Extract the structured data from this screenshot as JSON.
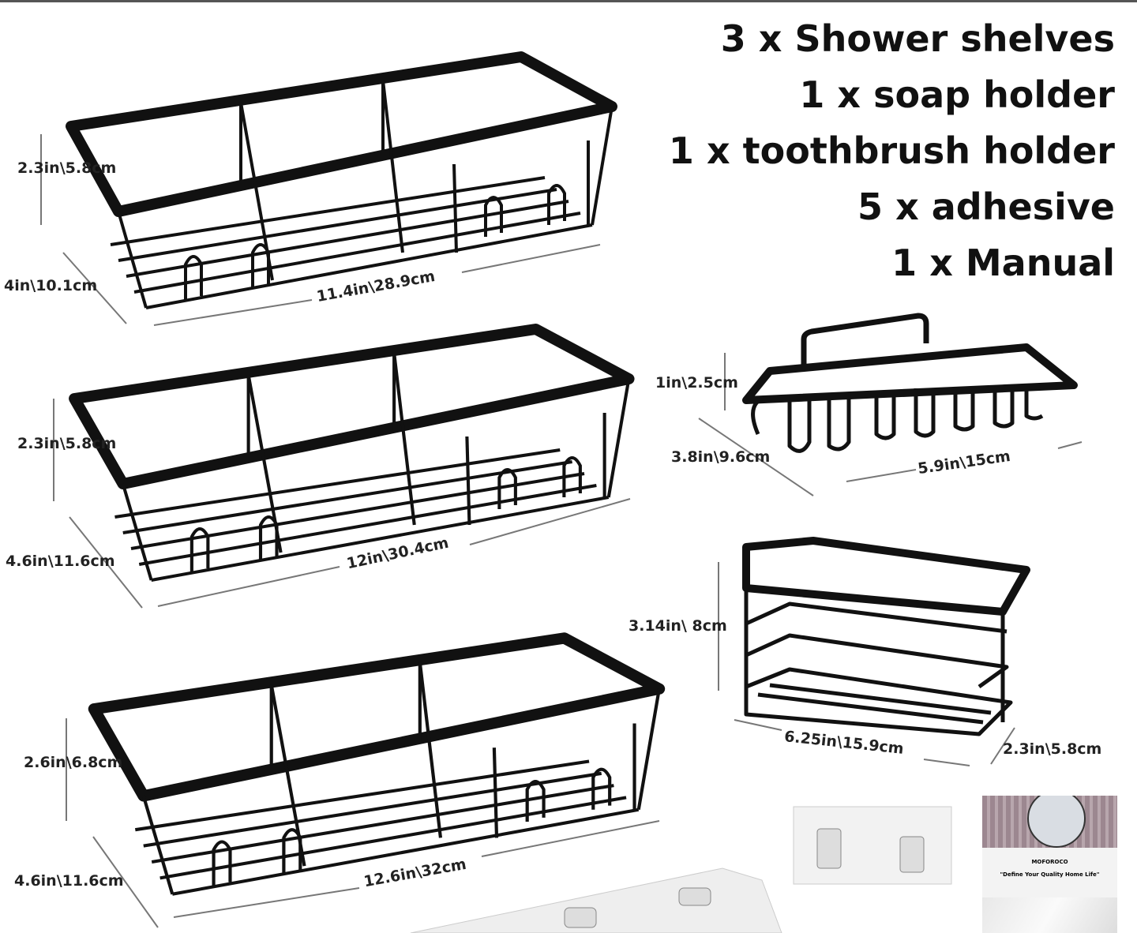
{
  "contents": [
    "3 x Shower shelves",
    "1 x soap holder",
    "1 x toothbrush holder",
    "5 x adhesive",
    "1 x Manual"
  ],
  "shelf1": {
    "height": "2.3in\\5.8cm",
    "depth": "4in\\10.1cm",
    "length": "11.4in\\28.9cm"
  },
  "shelf2": {
    "height": "2.3in\\5.8cm",
    "depth": "4.6in\\11.6cm",
    "length": "12in\\30.4cm"
  },
  "shelf3": {
    "height": "2.6in\\6.8cm",
    "depth": "4.6in\\11.6cm",
    "length": "12.6in\\32cm"
  },
  "soap_holder": {
    "height": "1in\\2.5cm",
    "depth": "3.8in\\9.6cm",
    "length": "5.9in\\15cm"
  },
  "toothbrush_holder": {
    "height": "3.14in\\ 8cm",
    "length": "6.25in\\15.9cm",
    "depth": "2.3in\\5.8cm"
  },
  "manual": {
    "brand": "MOFOROCO",
    "slogan": "\"Define Your Quality Home Life\""
  },
  "colors": {
    "metal": "#111111",
    "text": "#222222"
  }
}
